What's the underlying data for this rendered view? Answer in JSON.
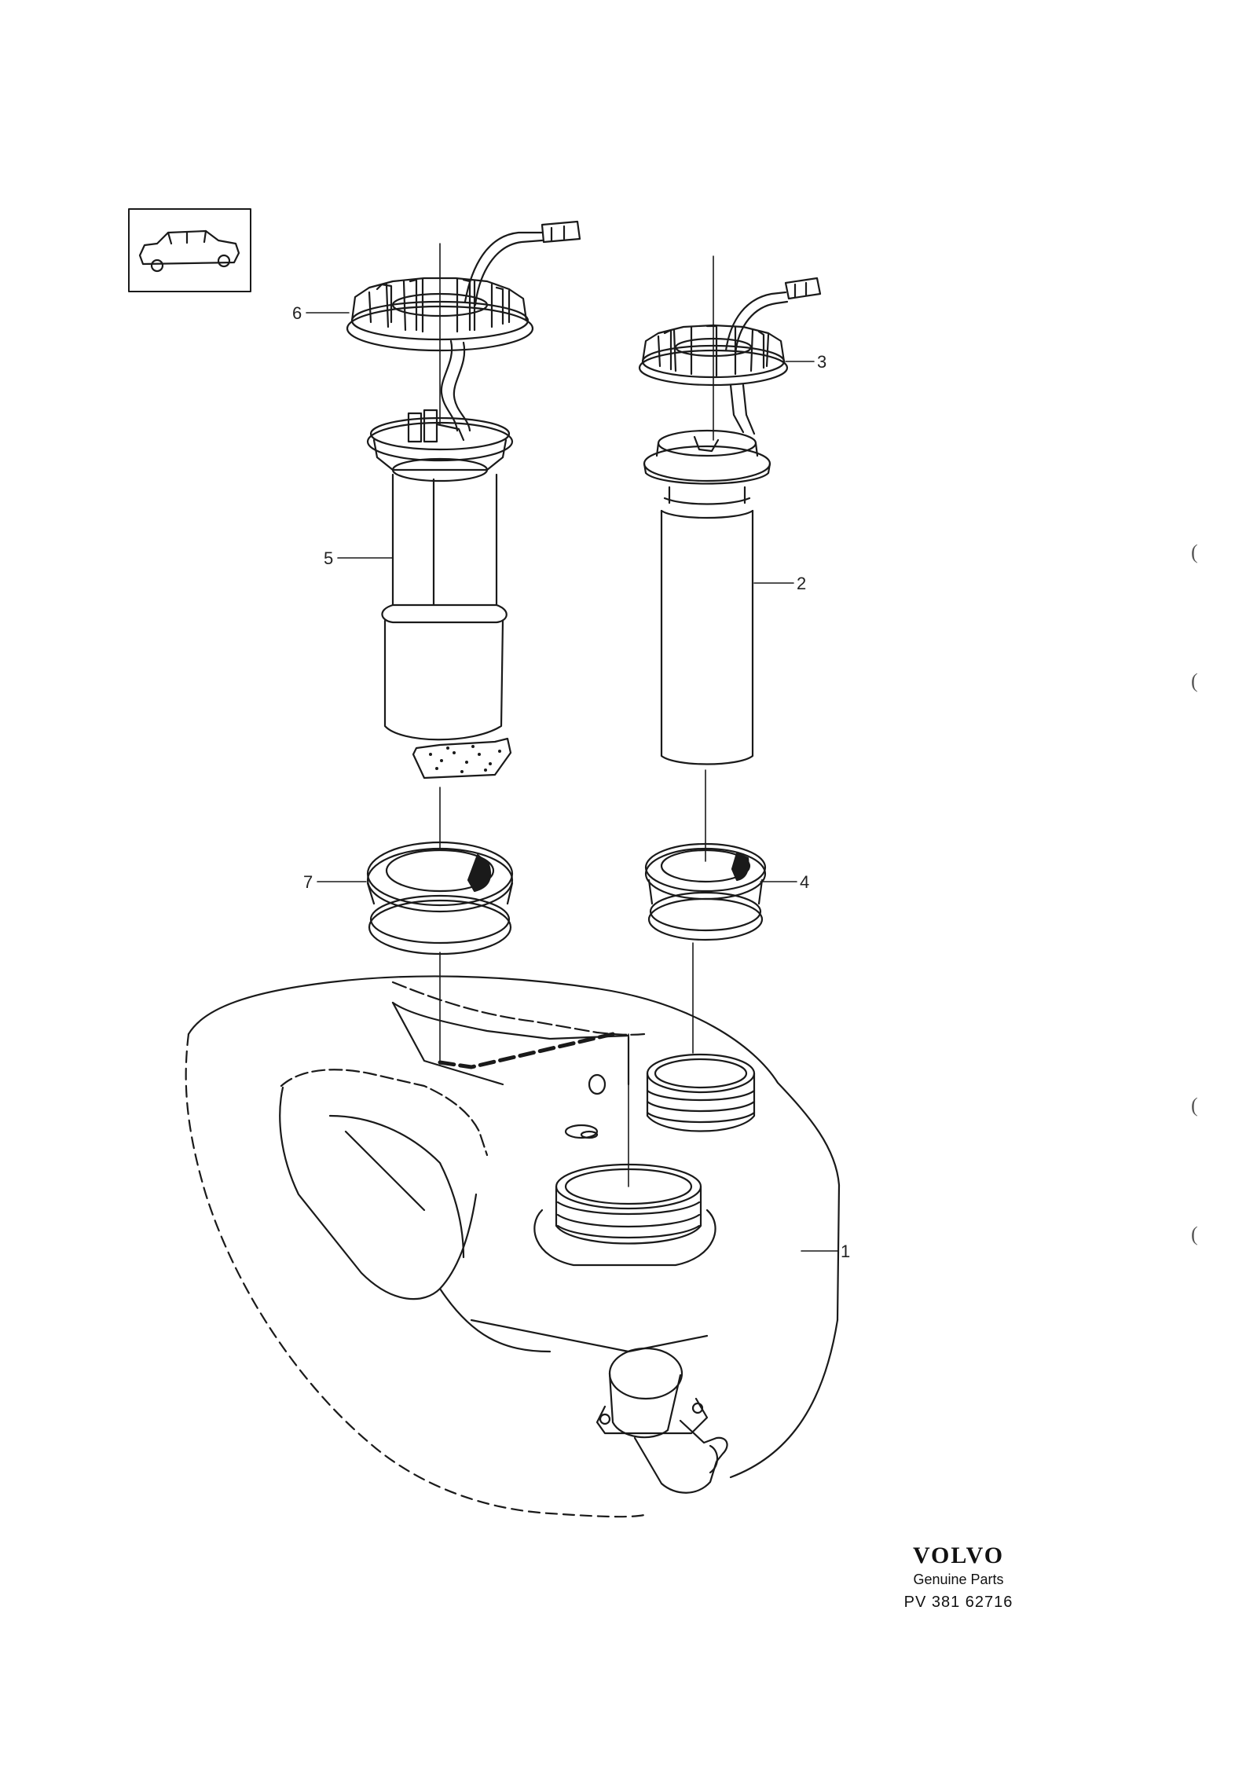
{
  "callouts": [
    {
      "id": "1",
      "label": "1"
    },
    {
      "id": "2",
      "label": "2"
    },
    {
      "id": "3",
      "label": "3"
    },
    {
      "id": "4",
      "label": "4"
    },
    {
      "id": "5",
      "label": "5"
    },
    {
      "id": "6",
      "label": "6"
    },
    {
      "id": "7",
      "label": "7"
    }
  ],
  "brand": {
    "logo": "VOLVO",
    "subtitle": "Genuine Parts",
    "code": "PV 381 62716"
  },
  "margin_marks": [
    "(",
    "(",
    "(",
    "("
  ],
  "colors": {
    "line": "#1a1a1a",
    "background": "#ffffff"
  }
}
